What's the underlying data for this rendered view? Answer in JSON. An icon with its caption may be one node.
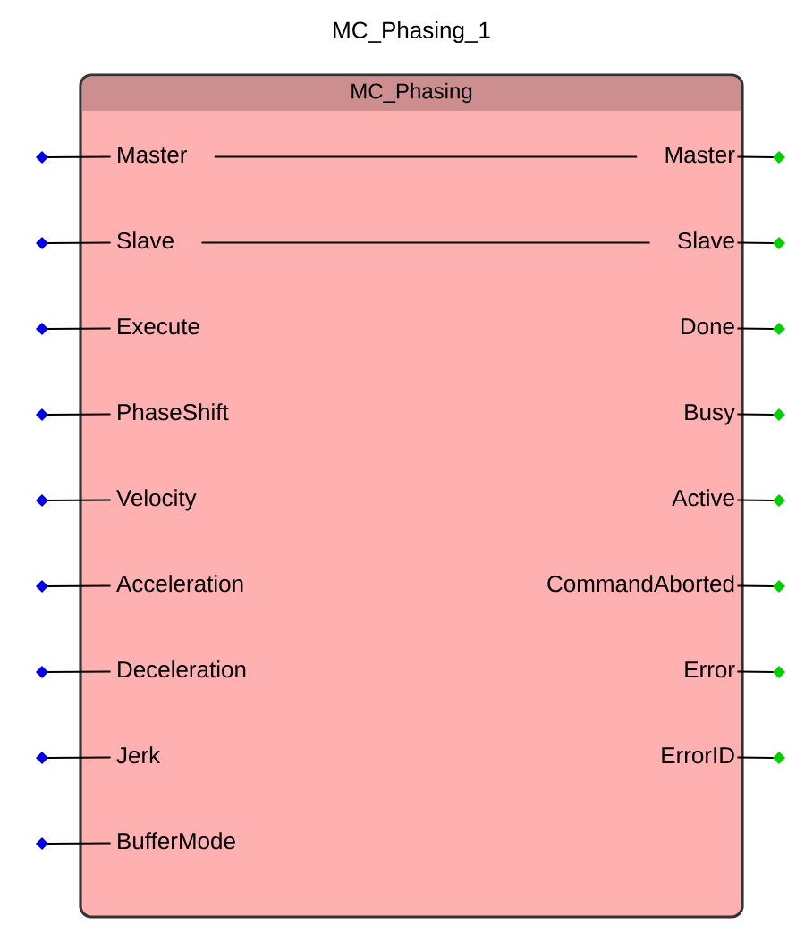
{
  "diagram": {
    "nodes": [
      {
        "text": [
          "MC_Phasing_1",
          "MC_Phasing"
        ]
      },
      {
        "text": [
          "Master"
        ],
        "in": 0
      },
      {
        "text": [
          "Master"
        ],
        "in": 0
      },
      {
        "text": [
          "Slave"
        ],
        "in": 0
      },
      {
        "text": [
          "Slave"
        ],
        "in": 0
      },
      {
        "text": [
          "Execute"
        ],
        "in": 0
      },
      {
        "text": [
          "Done"
        ],
        "in": 0
      },
      {
        "text": [
          "PhaseShift"
        ],
        "in": 0
      },
      {
        "text": [
          "Busy"
        ],
        "in": 0
      },
      {
        "text": [
          "Velocity"
        ],
        "in": 0
      },
      {
        "text": [
          "Active"
        ],
        "in": 0
      },
      {
        "text": [
          "Acceleration"
        ],
        "in": 0
      },
      {
        "text": [
          "CommandAborted"
        ],
        "in": 0
      },
      {
        "text": [
          "Deceleration"
        ],
        "in": 0
      },
      {
        "text": [
          "Error"
        ],
        "in": 0
      },
      {
        "text": [
          "Jerk"
        ],
        "in": 0
      },
      {
        "text": [
          "ErrorID"
        ],
        "in": 0
      },
      {
        "text": [
          "BufferMode"
        ],
        "in": 0
      }
    ],
    "edges": [
      {
        "from": 1,
        "to": 2,
        "arrow": "none"
      },
      {
        "from": 3,
        "to": 4,
        "arrow": "none"
      },
      {
        "from": null,
        "to": 1,
        "arrow": "other"
      },
      {
        "from": null,
        "to": 3,
        "arrow": "other"
      },
      {
        "from": null,
        "to": 5,
        "arrow": "other"
      },
      {
        "from": null,
        "to": 7,
        "arrow": "other"
      },
      {
        "from": null,
        "to": 9,
        "arrow": "other"
      },
      {
        "from": null,
        "to": 11,
        "arrow": "other"
      },
      {
        "from": null,
        "to": 13,
        "arrow": "other"
      },
      {
        "from": null,
        "to": 15,
        "arrow": "other"
      },
      {
        "from": null,
        "to": 17,
        "arrow": "other"
      },
      {
        "from": 2,
        "to": null,
        "arrow": "other"
      },
      {
        "from": 4,
        "to": null,
        "arrow": "other"
      },
      {
        "from": 6,
        "to": null,
        "arrow": "other"
      },
      {
        "from": 8,
        "to": null,
        "arrow": "other"
      },
      {
        "from": 10,
        "to": null,
        "arrow": "other"
      },
      {
        "from": 12,
        "to": null,
        "arrow": "other"
      },
      {
        "from": 14,
        "to": null,
        "arrow": "other"
      },
      {
        "from": 16,
        "to": null,
        "arrow": "other"
      }
    ]
  }
}
